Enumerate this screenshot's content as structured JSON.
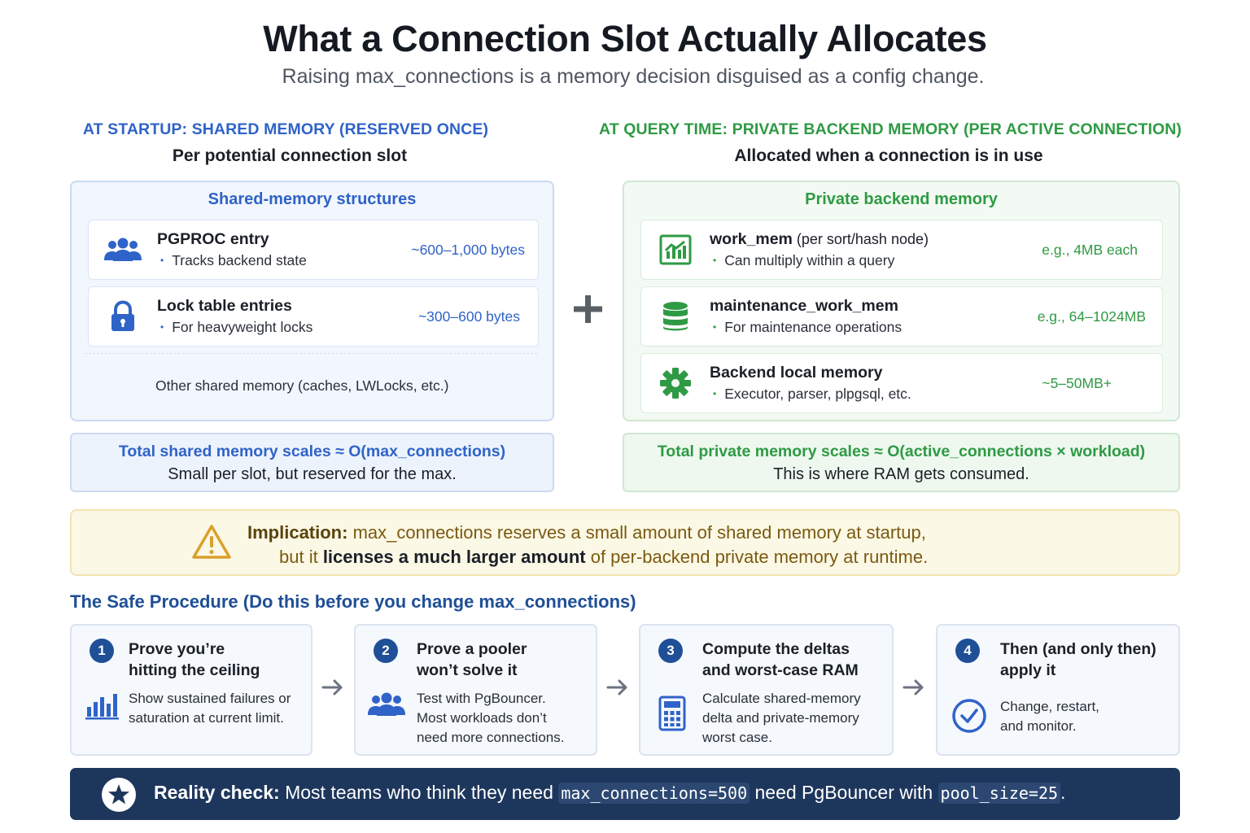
{
  "header": {
    "title": "What a Connection Slot Actually Allocates",
    "subtitle": "Raising max_connections is a memory decision disguised as a config change."
  },
  "left": {
    "heading": "AT STARTUP: SHARED MEMORY (RESERVED ONCE)",
    "subheading": "Per potential connection slot",
    "panel_title": "Shared-memory structures",
    "items": [
      {
        "name": "PGPROC entry",
        "bullet": "Tracks backend state",
        "value": "~600–1,000 bytes",
        "icon": "users-icon"
      },
      {
        "name": "Lock table entries",
        "bullet": "For heavyweight locks",
        "value": "~300–600 bytes",
        "icon": "lock-icon"
      }
    ],
    "other": "Other shared memory (caches, LWLocks, etc.)",
    "total_line1": "Total shared memory scales ≈ O(max_connections)",
    "total_line2": "Small per slot, but reserved for the max."
  },
  "right": {
    "heading": "AT QUERY TIME: PRIVATE BACKEND MEMORY (PER ACTIVE CONNECTION)",
    "subheading": "Allocated when a connection is in use",
    "panel_title": "Private backend memory",
    "items": [
      {
        "name": "work_mem",
        "name_suffix": " (per sort/hash node)",
        "bullet": "Can multiply within a query",
        "value": "e.g., 4MB each",
        "icon": "chart-icon"
      },
      {
        "name": "maintenance_work_mem",
        "bullet": "For maintenance operations",
        "value": "e.g., 64–1024MB",
        "icon": "database-icon"
      },
      {
        "name": "Backend local memory",
        "bullet": "Executor, parser, plpgsql, etc.",
        "value": "~5–50MB+",
        "icon": "gear-icon"
      }
    ],
    "total_line1": "Total private memory scales ≈ O(active_connections × workload)",
    "total_line2": "This is where RAM gets consumed."
  },
  "implication": {
    "label": "Implication:",
    "line1_rest": " max_connections reserves a small amount of shared memory at startup,",
    "line2_pre": "but it ",
    "line2_bold": "licenses a much larger amount",
    "line2_post": " of per-backend private memory at runtime."
  },
  "procedure": {
    "title": "The Safe Procedure (Do this before you change max_connections)",
    "steps": [
      {
        "num": "1",
        "title_a": "Prove you’re",
        "title_b": "hitting the ceiling",
        "desc_a": "Show sustained failures or",
        "desc_b": "saturation at current limit.",
        "desc_c": "",
        "icon": "bar-chart-icon"
      },
      {
        "num": "2",
        "title_a": "Prove a pooler",
        "title_b": "won’t solve it",
        "desc_a": "Test with PgBouncer.",
        "desc_b": "Most workloads don’t",
        "desc_c": "need more connections.",
        "icon": "users-icon"
      },
      {
        "num": "3",
        "title_a": "Compute the deltas",
        "title_b": "and worst-case RAM",
        "desc_a": "Calculate shared-memory",
        "desc_b": "delta and private-memory",
        "desc_c": "worst case.",
        "icon": "calculator-icon"
      },
      {
        "num": "4",
        "title_a": "Then (and only then)",
        "title_b": "apply it",
        "desc_a": "Change, restart,",
        "desc_b": "and monitor.",
        "desc_c": "",
        "icon": "check-circle-icon"
      }
    ]
  },
  "reality": {
    "label": "Reality check:",
    "text_a": " Most teams who think they need ",
    "code_a": "max_connections=500",
    "text_b": " need PgBouncer with ",
    "code_b": "pool_size=25",
    "text_c": ".",
    "icon": "star-icon"
  },
  "colors": {
    "shared_accent": "#2f63c8",
    "private_accent": "#2f9a44",
    "warning": "#d9a02b",
    "navy": "#1d365c"
  }
}
